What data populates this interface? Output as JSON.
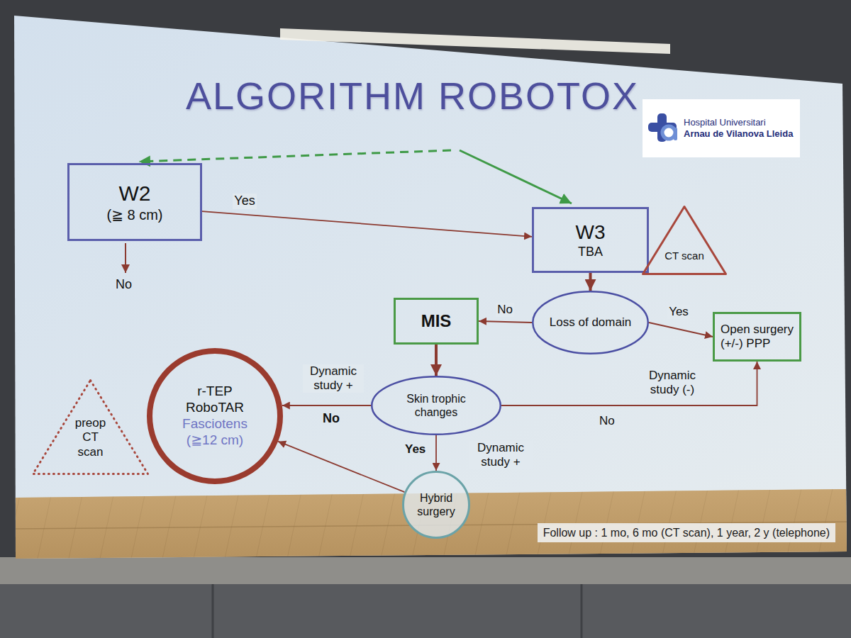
{
  "diagram": {
    "title": "ALGORITHM ROBOTOX",
    "nodes": [
      {
        "text": [
          "W2",
          "(≧ 8 cm)"
        ]
      },
      {
        "text": [
          "W3",
          "TBA"
        ]
      },
      {
        "text": [
          "CT scan"
        ]
      },
      {
        "text": [
          "MIS"
        ]
      },
      {
        "text": [
          "Loss of domain"
        ]
      },
      {
        "text": [
          "Open surgery (+/-) PPP"
        ]
      },
      {
        "text": [
          "preop CT scan"
        ]
      },
      {
        "text": [
          "r-TEP RoboTAR",
          "Fasciotens (≧12 cm)"
        ]
      },
      {
        "text": [
          "Skin trophic changes"
        ]
      },
      {
        "text": [
          "Hybrid surgery"
        ]
      }
    ],
    "edges": [
      {
        "from": 0,
        "to": 1,
        "arrow": "to",
        "label": "Yes"
      },
      {
        "from": 1,
        "to": 4,
        "arrow": "to"
      },
      {
        "from": 4,
        "to": 3,
        "arrow": "to",
        "label": "No"
      },
      {
        "from": 4,
        "to": 5,
        "arrow": "to",
        "label": "Yes"
      },
      {
        "from": 3,
        "to": 8,
        "arrow": "to"
      },
      {
        "from": 8,
        "to": 7,
        "arrow": "to",
        "label": "Dynamic study +"
      },
      {
        "from": 8,
        "to": 5,
        "arrow": "to",
        "label": "Dynamic study (-)"
      },
      {
        "from": 8,
        "to": 9,
        "arrow": "to",
        "label": "Dynamic study +"
      },
      {
        "from": 9,
        "to": 7,
        "arrow": "to"
      }
    ],
    "labels": [
      "Hospital Universitari",
      "Arnau de Vilanova Lleida",
      "No",
      "No",
      "No",
      "Yes",
      "Follow up : 1 mo, 6 mo (CT scan), 1 year, 2 y (telephone)"
    ]
  }
}
